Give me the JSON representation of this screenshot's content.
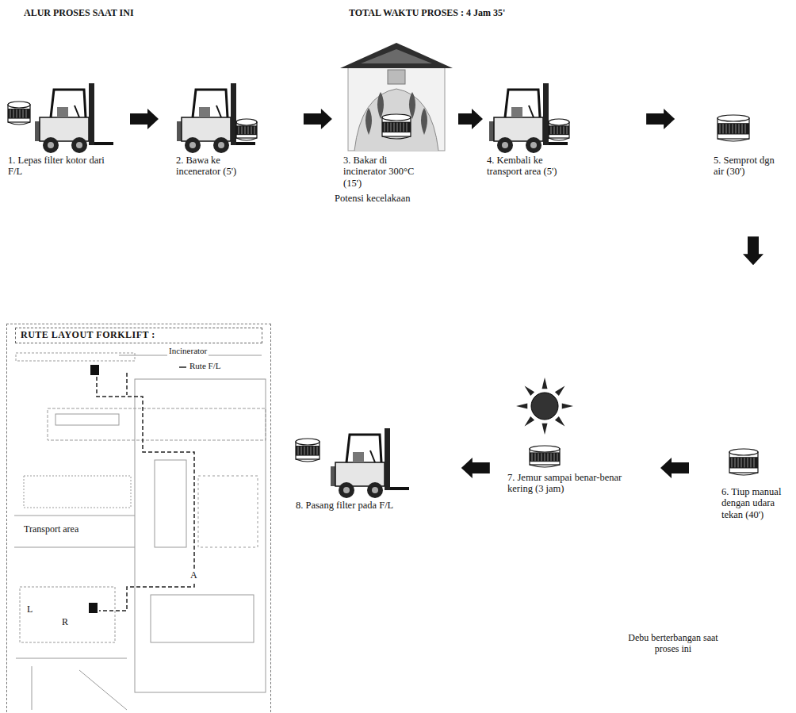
{
  "diagram": {
    "title": "ALUR PROSES SAAT INI",
    "nodes": [
      {
        "text": [
          "1. Lepas filter kotor dari F/L"
        ]
      },
      {
        "text": [
          "2. Bawa ke incenerator (5')"
        ]
      },
      {
        "text": [
          "3. Bakar di incinerator 300°C (15')"
        ]
      },
      {
        "text": [
          "4. Kembali ke transport area (5')"
        ]
      },
      {
        "text": [
          "5. Semprot dgn air (30')"
        ]
      },
      {
        "text": [
          "6. Tiup manual dengan udara tekan (40')"
        ]
      },
      {
        "text": [
          "7. Jemur sampai benar-benar kering (3 jam)"
        ]
      },
      {
        "text": [
          "8. Pasang filter pada F/L"
        ]
      },
      {
        "text": [
          "RUTE LAYOUT FORKLIFT :"
        ]
      }
    ],
    "edges": [
      {
        "from": 0,
        "to": 1,
        "arrow": "to"
      },
      {
        "from": 1,
        "to": 2,
        "arrow": "to"
      },
      {
        "from": 2,
        "to": 3,
        "arrow": "to"
      },
      {
        "from": 3,
        "to": 4,
        "arrow": "to"
      },
      {
        "from": 4,
        "to": 5,
        "arrow": "to"
      },
      {
        "from": 5,
        "to": 6,
        "arrow": "to"
      },
      {
        "from": 6,
        "to": 7,
        "arrow": "to"
      }
    ],
    "labels": [
      "TOTAL WAKTU PROSES : 4 Jam 35'",
      "Potensi kecelakaan",
      "Incinerator",
      "Transport area",
      "A",
      "L",
      "R",
      "Debu berterbangan saat proses ini"
    ],
    "legend": [
      {
        "text": "Rute F/L"
      }
    ]
  }
}
